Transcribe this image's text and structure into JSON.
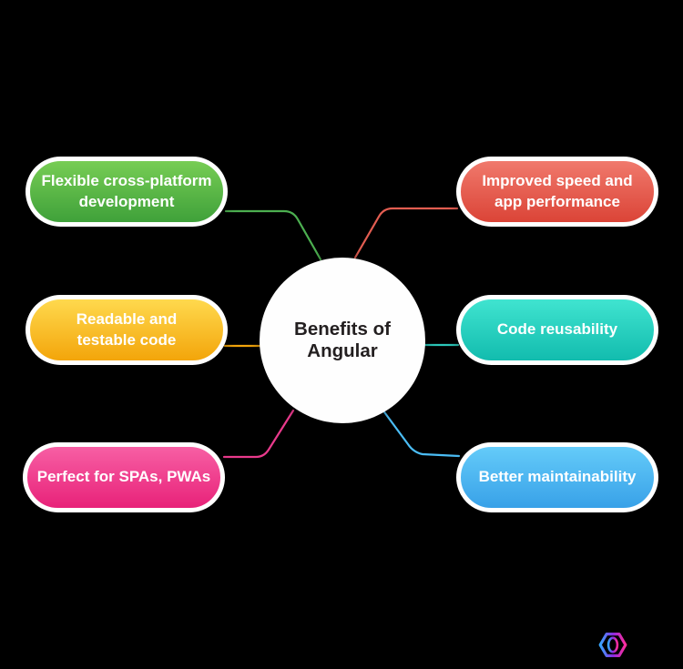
{
  "diagram_title": "Benefits of Angular",
  "background_color": "#000000",
  "center": {
    "label": "Benefits of Angular",
    "bg_color": "#ffffff",
    "text_color": "#231f20"
  },
  "nodes": [
    {
      "id": "flexible-cross-platform",
      "label": "Flexible cross-platform\ndevelopment",
      "side": "left",
      "row": "top",
      "gradient_top": "#77cd54",
      "gradient_bottom": "#3fa13a",
      "line_color": "#4caf50"
    },
    {
      "id": "improved-speed",
      "label": "Improved speed and\napp performance",
      "side": "right",
      "row": "top",
      "gradient_top": "#f0796c",
      "gradient_bottom": "#db4437",
      "line_color": "#e25d51"
    },
    {
      "id": "readable-testable-code",
      "label": "Readable and\ntestable code",
      "side": "left",
      "row": "middle",
      "gradient_top": "#ffd94e",
      "gradient_bottom": "#f3a50a",
      "line_color": "#f2a50c"
    },
    {
      "id": "code-reusability",
      "label": "Code reusability",
      "side": "right",
      "row": "middle",
      "gradient_top": "#40e4d0",
      "gradient_bottom": "#12bcae",
      "line_color": "#2cc8ba"
    },
    {
      "id": "perfect-for-spas-pwas",
      "label": "Perfect for SPAs, PWAs",
      "side": "left",
      "row": "bottom",
      "gradient_top": "#f75fa4",
      "gradient_bottom": "#e82279",
      "line_color": "#e93a8c"
    },
    {
      "id": "better-maintainability",
      "label": "Better maintainability",
      "side": "right",
      "row": "bottom",
      "gradient_top": "#64cbf9",
      "gradient_bottom": "#38a1e8",
      "line_color": "#4bbdf5"
    }
  ],
  "logo": {
    "name": "hexagon-code-logo",
    "gradient": [
      "#38a6ff",
      "#8a2be2",
      "#ff2d9b"
    ]
  }
}
